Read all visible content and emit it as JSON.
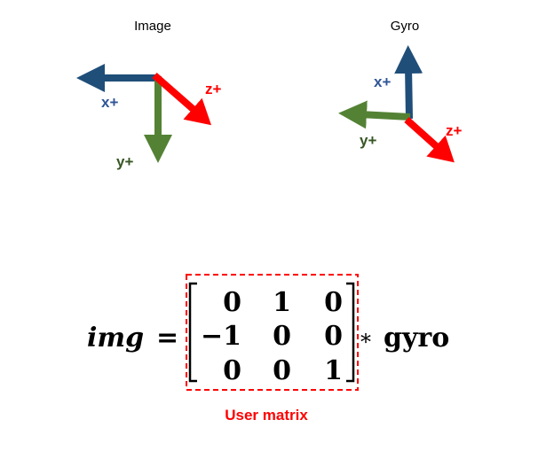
{
  "image_frame": {
    "title": "Image",
    "x_label": "x+",
    "y_label": "y+",
    "z_label": "z+"
  },
  "gyro_frame": {
    "title": "Gyro",
    "x_label": "x+",
    "y_label": "y+",
    "z_label": "z+"
  },
  "equation": {
    "lhs": "img",
    "equals": "=",
    "matrix": [
      [
        "0",
        "1",
        "0"
      ],
      [
        "−1",
        "0",
        "0"
      ],
      [
        "0",
        "0",
        "1"
      ]
    ],
    "operator": "*",
    "rhs": "gyro",
    "matrix_caption": "User matrix"
  },
  "colors": {
    "x_axis": "#1F4E79",
    "y_axis": "#548235",
    "z_axis": "#FF0000",
    "x_label": "#2F5597",
    "y_label": "#375623",
    "highlight": "#FF0000"
  }
}
